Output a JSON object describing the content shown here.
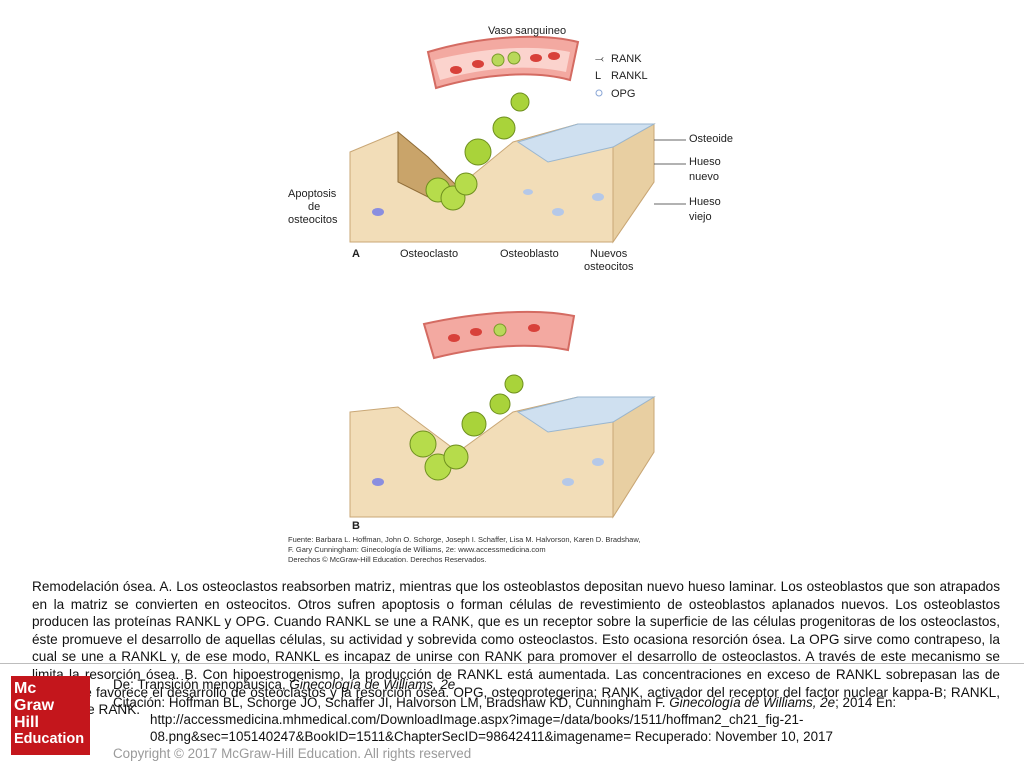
{
  "figure": {
    "panel_a": {
      "letter": "A",
      "labels": {
        "vessel": "Vaso sanguineo",
        "osteoid": "Osteoide",
        "new_bone_1": "Hueso",
        "new_bone_2": "nuevo",
        "old_bone_1": "Hueso",
        "old_bone_2": "viejo",
        "apoptosis_1": "Apoptosis",
        "apoptosis_2": "de",
        "apoptosis_3": "osteocitos",
        "osteoclast": "Osteoclasto",
        "osteoblast": "Osteoblasto",
        "new_osteocytes_1": "Nuevos",
        "new_osteocytes_2": "osteocitos"
      },
      "legend": [
        "RANK",
        "RANKL",
        "OPG"
      ]
    },
    "panel_b": {
      "letter": "B"
    },
    "source_lines": [
      "Fuente: Barbara L. Hoffman, John O. Schorge, Joseph I. Schaffer, Lisa M. Halvorson, Karen D. Bradshaw,",
      "F. Gary Cunningham: Ginecología de Williams, 2e: www.accessmedicina.com",
      "Derechos © McGraw-Hill Education. Derechos Reservados."
    ]
  },
  "caption": "Remodelación ósea. A. Los osteoclastos reabsorben matriz, mientras que los osteoblastos depositan nuevo hueso laminar. Los osteoblastos que son atrapados en la matriz se convierten en osteocitos. Otros sufren apoptosis o forman células de revestimiento de osteoblastos aplanados nuevos. Los osteoblastos producen las proteínas RANKL y OPG. Cuando RANKL se une a RANK, que es un receptor sobre la superficie de las células progenitoras de los osteoclastos, éste promueve el desarrollo de aquellas células, su actividad y sobrevida como osteoclastos. Esto ocasiona resorción ósea. La OPG sirve como contrapeso, la cual se une a RANKL y, de ese modo, RANKL es incapaz de unirse con RANK para promover el desarrollo de osteoclastos. A través de este mecanismo se limita la resorción ósea. B. Con hipoestrogenismo, la producción de RANKL está aumentada. Las concentraciones en exceso de RANKL sobrepasan las de OPG y se favorece el desarrollo de osteoclastos y la resorción ósea. OPG, osteoprotegerina; RANK, activador del receptor del factor nuclear kappa-B; RANKL, ligando de RANK.",
  "logo": {
    "line1": "Mc",
    "line2": "Graw",
    "line3": "Hill",
    "line4": "Education"
  },
  "citation": {
    "from_label": "De: Transición menopáusica, ",
    "from_book": "Ginecología de Williams, 2e",
    "cite_prefix": "Citación: Hoffman BL, Schorge JO, Schaffer JI, Halvorson LM, Bradshaw KD, Cunningham F. ",
    "cite_book": "Ginecología de Williams, 2e",
    "cite_suffix": "; 2014 En:",
    "url_line1": "http://accessmedicina.mhmedical.com/DownloadImage.aspx?image=/data/books/1511/hoffman2_ch21_fig-21-",
    "url_line2": "08.png&sec=105140247&BookID=1511&ChapterSecID=98642411&imagename= Recuperado: November 10, 2017"
  },
  "copyright": "Copyright © 2017 McGraw-Hill Education. All rights reserved"
}
